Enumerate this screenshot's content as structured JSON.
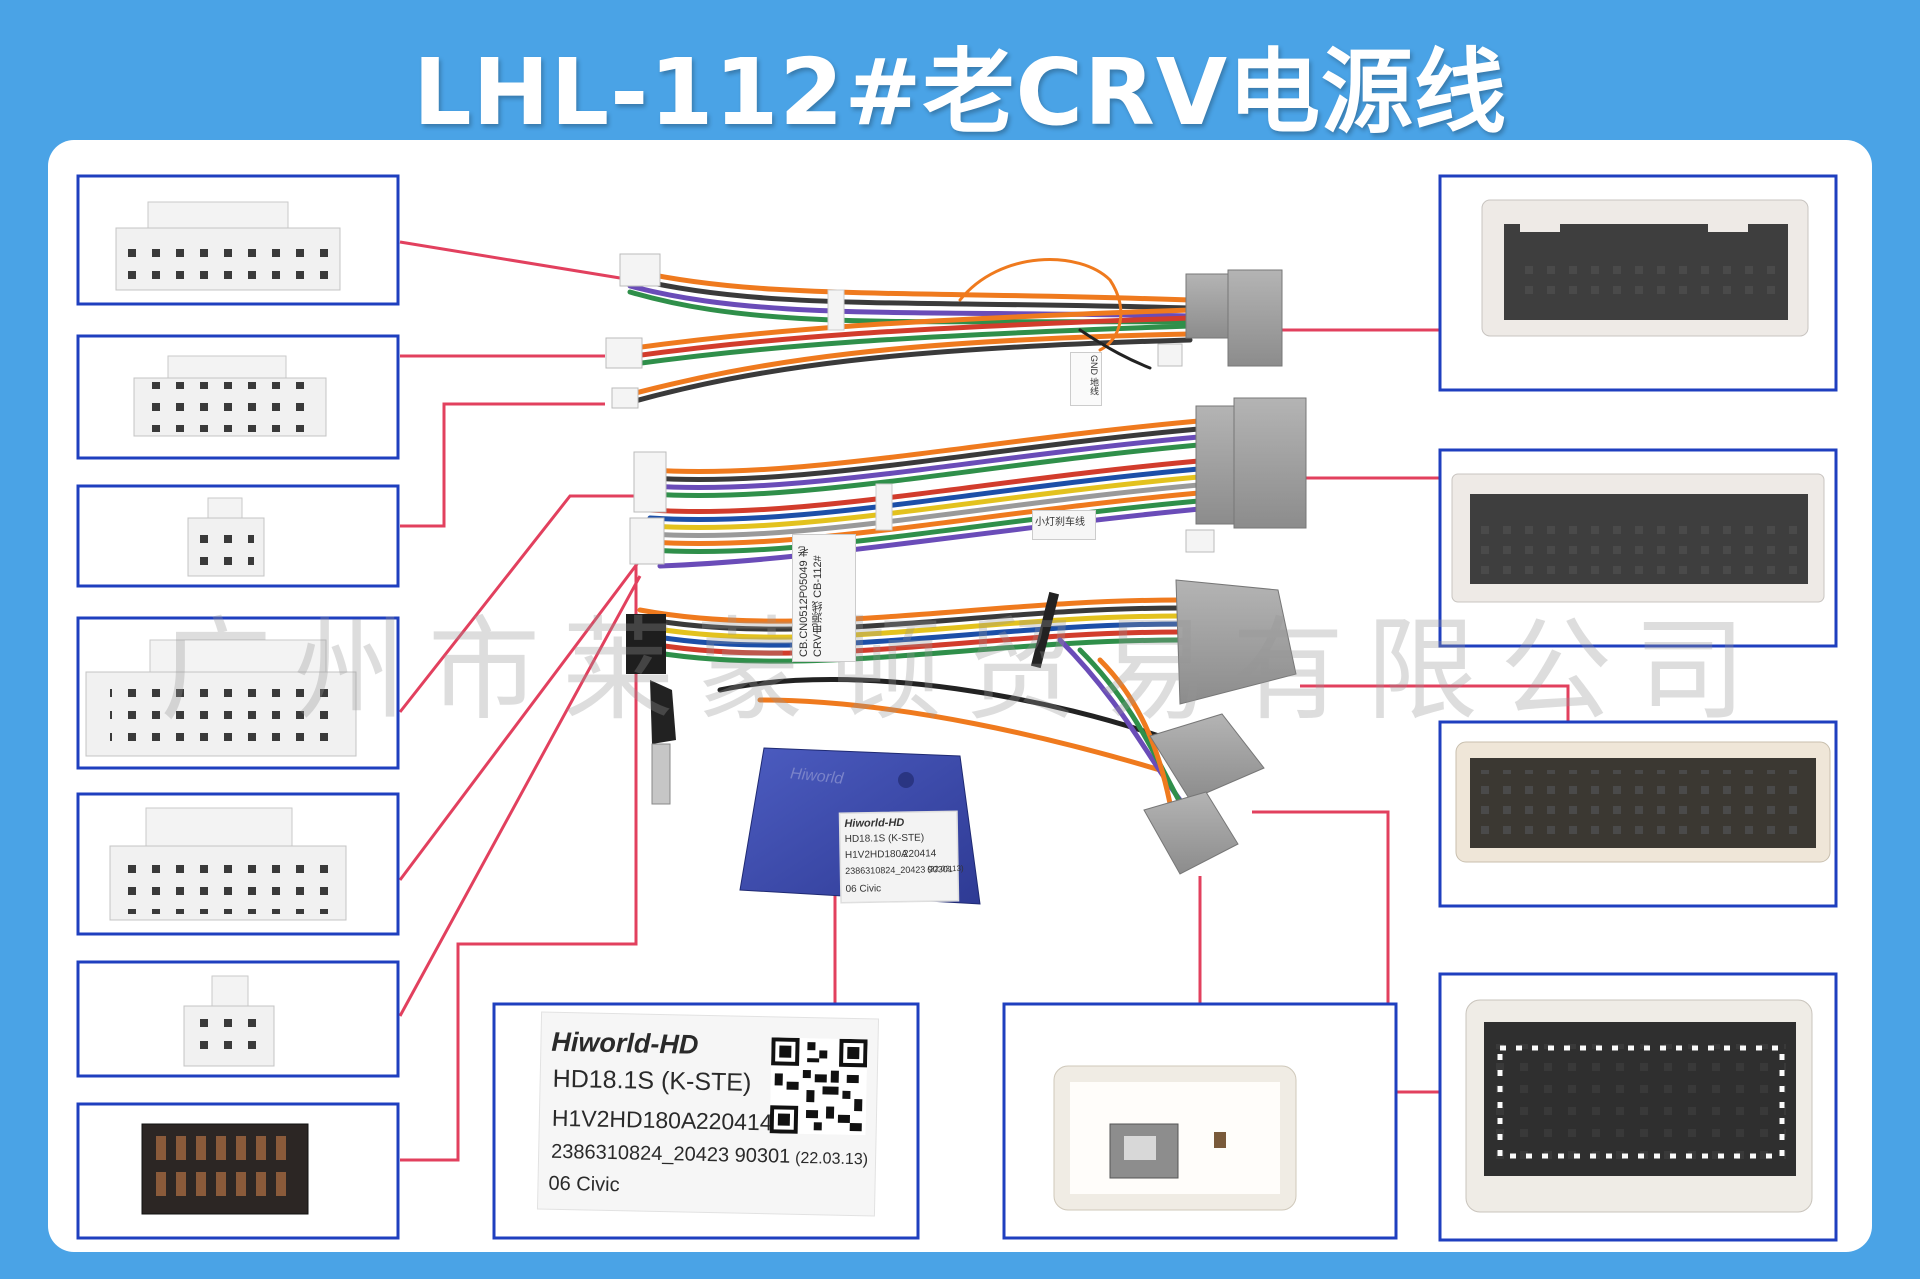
{
  "title": "LHL-112#老CRV电源线",
  "watermark": "广州市莱蒙顿贸易有限公司",
  "colors": {
    "background": "#4aa3e6",
    "panel": "#ffffff",
    "frame_border": "#1f3fbf",
    "leader_line": "#e2405e",
    "module_blue": "#3a4aa8",
    "connector_grey": "#9a9a9a",
    "connector_white": "#f1f1f1"
  },
  "wire_tags": {
    "gnd": "GND 地线",
    "harness": "CB.CN0512P05049",
    "model": "老CRV电源线 CB-112#",
    "tag_b": "小灯刹车线"
  },
  "module": {
    "brand": "Hiworld",
    "sticker": {
      "line1": "Hiworld-HD",
      "line2": "HD18.1S (K-STE)",
      "line3a": "H1V2HD180A",
      "line3b": "220414",
      "line4": "2386310824_20423 90301",
      "line4b": "(22.03.13)",
      "line5": "06 Civic"
    }
  },
  "callouts": {
    "label_zoom": {
      "line1": "Hiworld-HD",
      "line2": "HD18.1S (K-STE)",
      "line3a": "H1V2HD180A",
      "line3b": "220414",
      "line4": "2386310824_20423 90301",
      "line4b": "(22.03.13)",
      "line5": "06 Civic"
    }
  },
  "icons": [
    "wire-harness-icon",
    "connector-icon",
    "qr-code-icon",
    "antenna-plug-icon",
    "can-decoder-box-icon"
  ]
}
